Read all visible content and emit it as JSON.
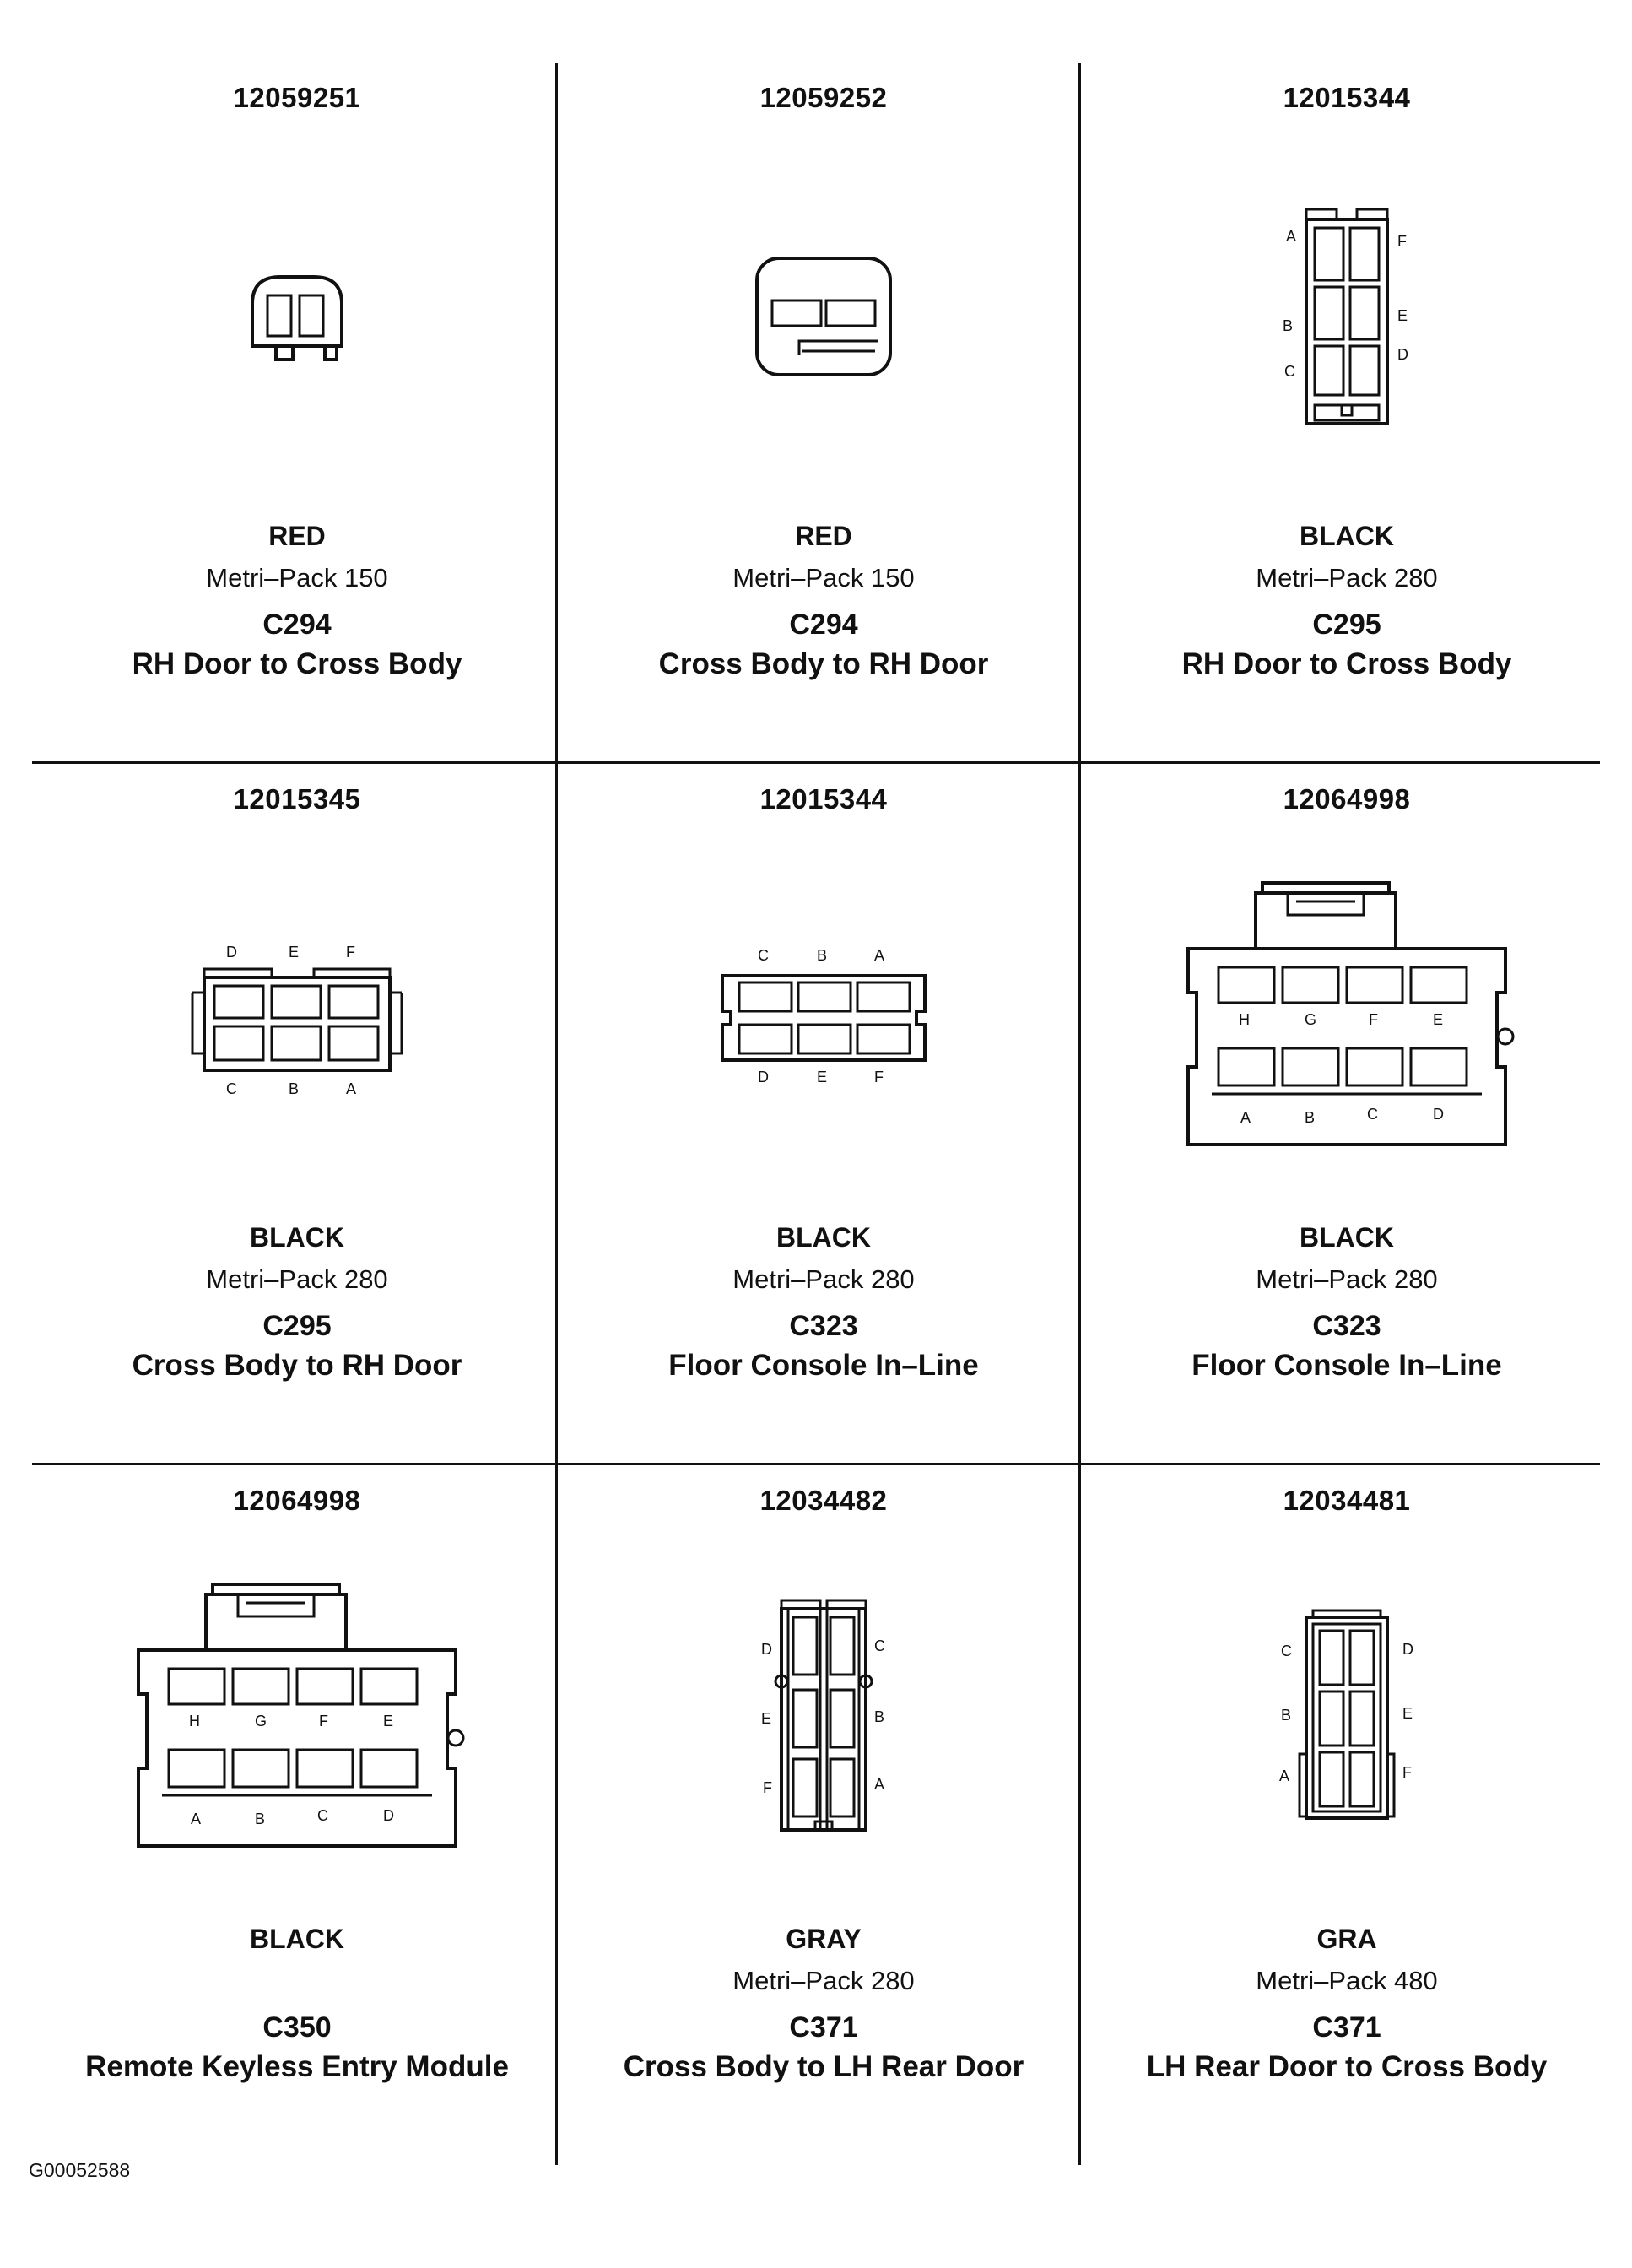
{
  "figure_id": "G00052588",
  "connectors": [
    {
      "part_number": "12059251",
      "color": "RED",
      "metri_pack": "Metri–Pack 150",
      "connector_id": "C294",
      "description": "RH Door to Cross Body",
      "pins": []
    },
    {
      "part_number": "12059252",
      "color": "RED",
      "metri_pack": "Metri–Pack 150",
      "connector_id": "C294",
      "description": "Cross Body to RH Door",
      "pins": []
    },
    {
      "part_number": "12015344",
      "color": "BLACK",
      "metri_pack": "Metri–Pack 280",
      "connector_id": "C295",
      "description": "RH Door to Cross Body",
      "pins": [
        "A",
        "B",
        "C",
        "F",
        "E",
        "D"
      ]
    },
    {
      "part_number": "12015345",
      "color": "BLACK",
      "metri_pack": "Metri–Pack 280",
      "connector_id": "C295",
      "description": "Cross Body to RH Door",
      "pins": [
        "D",
        "E",
        "F",
        "C",
        "B",
        "A"
      ]
    },
    {
      "part_number": "12015344",
      "color": "BLACK",
      "metri_pack": "Metri–Pack 280",
      "connector_id": "C323",
      "description": "Floor Console In–Line",
      "pins": [
        "C",
        "B",
        "A",
        "D",
        "E",
        "F"
      ]
    },
    {
      "part_number": "12064998",
      "color": "BLACK",
      "metri_pack": "Metri–Pack 280",
      "connector_id": "C323",
      "description": "Floor Console In–Line",
      "pins": [
        "H",
        "G",
        "F",
        "E",
        "A",
        "B",
        "C",
        "D"
      ]
    },
    {
      "part_number": "12064998",
      "color": "BLACK",
      "metri_pack": "",
      "connector_id": "C350",
      "description": "Remote Keyless Entry Module",
      "pins": [
        "H",
        "G",
        "F",
        "E",
        "A",
        "B",
        "C",
        "D"
      ]
    },
    {
      "part_number": "12034482",
      "color": "GRAY",
      "metri_pack": "Metri–Pack 280",
      "connector_id": "C371",
      "description": "Cross Body to LH Rear Door",
      "pins": [
        "D",
        "E",
        "F",
        "C",
        "B",
        "A"
      ]
    },
    {
      "part_number": "12034481",
      "color": "GRA",
      "metri_pack": "Metri–Pack 480",
      "connector_id": "C371",
      "description": "LH Rear Door to Cross Body",
      "pins": [
        "C",
        "B",
        "A",
        "D",
        "E",
        "F"
      ]
    }
  ]
}
